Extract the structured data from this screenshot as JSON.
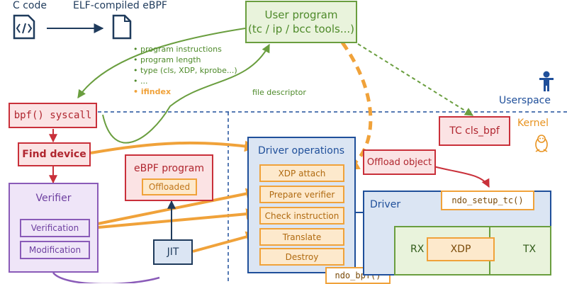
{
  "top": {
    "c_code": "C code",
    "elf": "ELF-compiled eBPF"
  },
  "user_program": {
    "line1": "User program",
    "line2": "(tc / ip / bcc tools...)"
  },
  "bullets": [
    "• program instructions",
    "• program length",
    "• type (cls, XDP, kprobe...)",
    "• ...",
    "• ifindex"
  ],
  "file_descriptor": "file descriptor",
  "userspace": "Userspace",
  "kernel": "Kernel",
  "bpf_syscall": "bpf() syscall",
  "find_device": "Find device",
  "verifier": {
    "title": "Verifier",
    "verification": "Verification",
    "modification": "Modification"
  },
  "ebpf_program": {
    "title": "eBPF program",
    "offloaded": "Offloaded"
  },
  "jit": "JIT",
  "driver_ops": {
    "title": "Driver operations",
    "items": [
      "XDP attach",
      "Prepare verifier",
      "Check instruction",
      "Translate",
      "Destroy"
    ]
  },
  "ndo_bpf": "ndo_bpf()",
  "tc_cls_bpf": "TC cls_bpf",
  "offload_object": "Offload object",
  "driver": {
    "title": "Driver",
    "ndo_setup_tc": "ndo_setup_tc()",
    "rx": "RX",
    "xdp": "XDP",
    "tx": "TX"
  },
  "colors": {
    "red": "#c9303a",
    "green": "#6a9e3f",
    "orange": "#f0a23a",
    "blue": "#1f4f9a",
    "purple": "#8a5bb8"
  }
}
